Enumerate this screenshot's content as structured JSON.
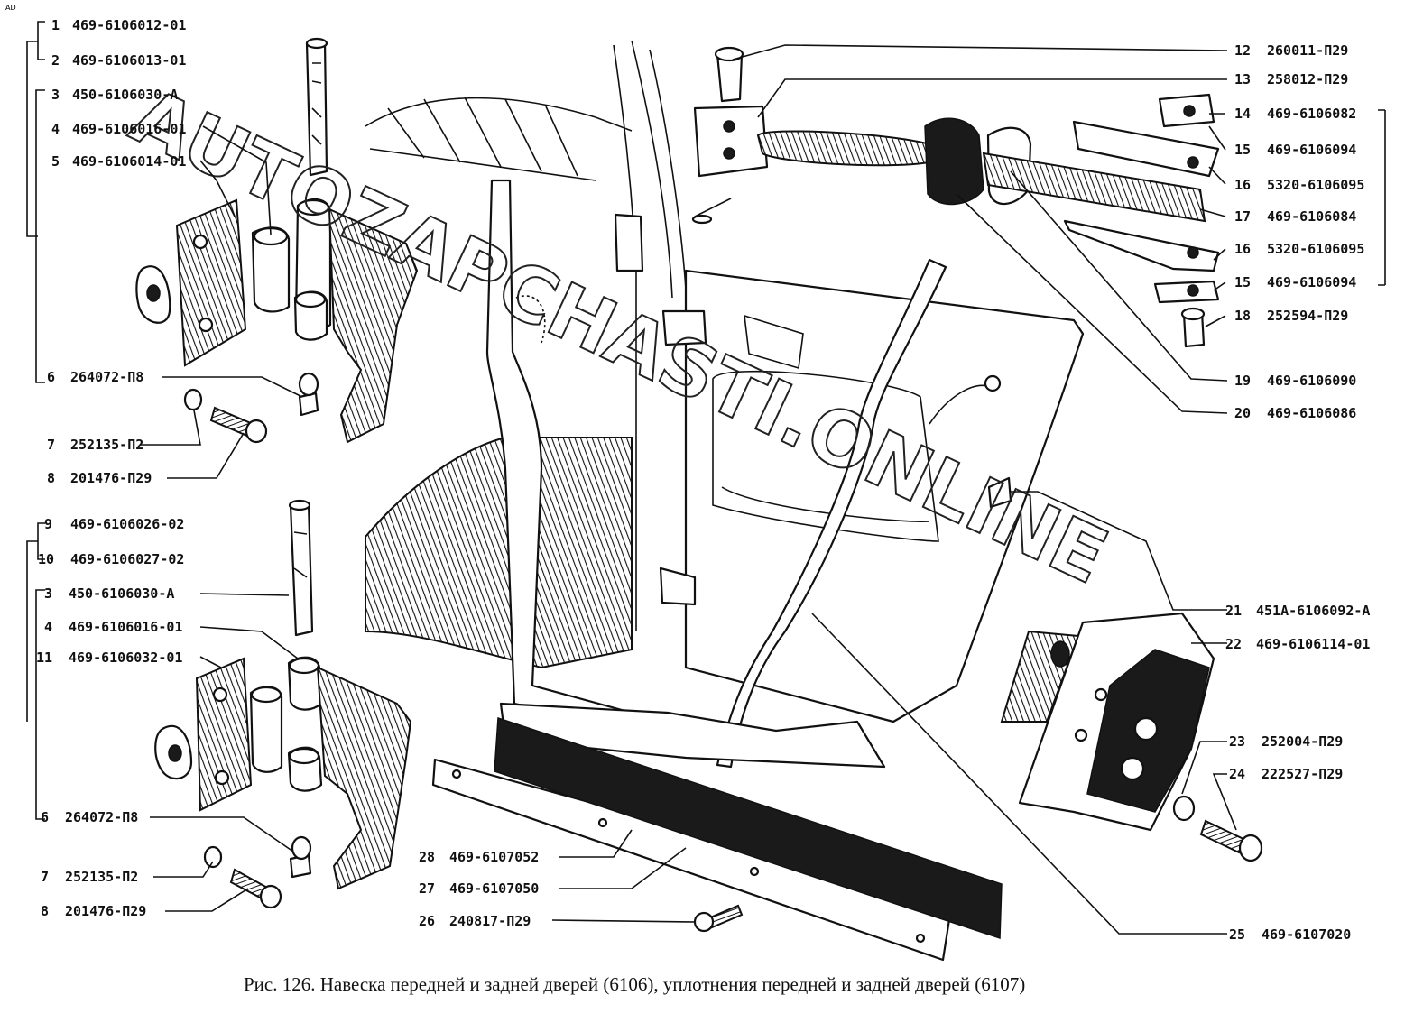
{
  "callouts_left_top": [
    {
      "num": "1",
      "code": "469-6106012-01"
    },
    {
      "num": "2",
      "code": "469-6106013-01"
    },
    {
      "num": "3",
      "code": "450-6106030-А"
    },
    {
      "num": "4",
      "code": "469-6106016-01"
    },
    {
      "num": "5",
      "code": "469-6106014-01"
    },
    {
      "num": "6",
      "code": "264072-П8"
    },
    {
      "num": "7",
      "code": "252135-П2"
    },
    {
      "num": "8",
      "code": "201476-П29"
    }
  ],
  "callouts_left_bottom": [
    {
      "num": "9",
      "code": "469-6106026-02"
    },
    {
      "num": "10",
      "code": "469-6106027-02"
    },
    {
      "num": "3",
      "code": "450-6106030-А"
    },
    {
      "num": "4",
      "code": "469-6106016-01"
    },
    {
      "num": "11",
      "code": "469-6106032-01"
    },
    {
      "num": "6",
      "code": "264072-П8"
    },
    {
      "num": "7",
      "code": "252135-П2"
    },
    {
      "num": "8",
      "code": "201476-П29"
    }
  ],
  "callouts_bottom_center": [
    {
      "num": "28",
      "code": "469-6107052"
    },
    {
      "num": "27",
      "code": "469-6107050"
    },
    {
      "num": "26",
      "code": "240817-П29"
    }
  ],
  "callouts_right": [
    {
      "num": "12",
      "code": "260011-П29"
    },
    {
      "num": "13",
      "code": "258012-П29"
    },
    {
      "num": "14",
      "code": "469-6106082"
    },
    {
      "num": "15",
      "code": "469-6106094"
    },
    {
      "num": "16",
      "code": "5320-6106095"
    },
    {
      "num": "17",
      "code": "469-6106084"
    },
    {
      "num": "16",
      "code": "5320-6106095"
    },
    {
      "num": "15",
      "code": "469-6106094"
    },
    {
      "num": "18",
      "code": "252594-П29"
    },
    {
      "num": "19",
      "code": "469-6106090"
    },
    {
      "num": "20",
      "code": "469-6106086"
    },
    {
      "num": "21",
      "code": "451А-6106092-А"
    },
    {
      "num": "22",
      "code": "469-6106114-01"
    },
    {
      "num": "23",
      "code": "252004-П29"
    },
    {
      "num": "24",
      "code": "222527-П29"
    },
    {
      "num": "25",
      "code": "469-6107020"
    }
  ],
  "caption": "Рис. 126. Навеска передней и задней дверей (6106), уплотнения передней и задней дверей (6107)",
  "watermark": "AUTOZAPCHASTI.ONLINE",
  "corner_mark": "AD"
}
